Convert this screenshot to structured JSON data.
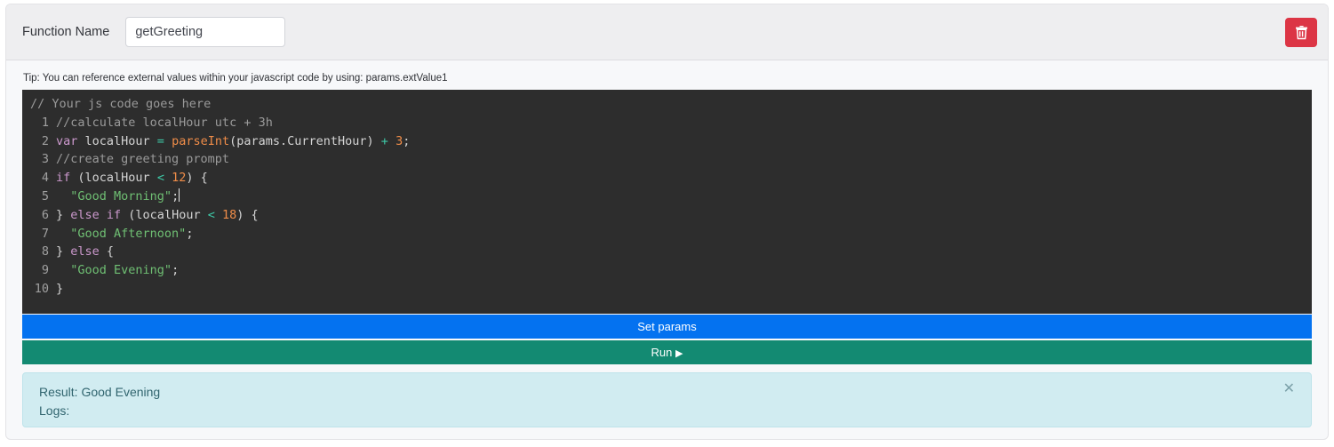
{
  "header": {
    "function_name_label": "Function Name",
    "function_name_value": "getGreeting",
    "function_name_placeholder": "Function Name",
    "delete_icon": "trash-icon",
    "delete_color": "#dc3545"
  },
  "body": {
    "tip": "Tip: You can reference external values within your javascript code by using: params.extValue1"
  },
  "editor": {
    "placeholder_comment": "// Your js code goes here",
    "background": "#2d2d2d",
    "lines": [
      {
        "n": "1",
        "text": "//calculate localHour utc + 3h"
      },
      {
        "n": "2",
        "text": "var localHour = parseInt(params.CurrentHour) + 3;"
      },
      {
        "n": "3",
        "text": "//create greeting prompt"
      },
      {
        "n": "4",
        "text": "if (localHour < 12) {"
      },
      {
        "n": "5",
        "text": "  \"Good Morning\";"
      },
      {
        "n": "6",
        "text": "} else if (localHour < 18) {"
      },
      {
        "n": "7",
        "text": "  \"Good Afternoon\";"
      },
      {
        "n": "8",
        "text": "} else {"
      },
      {
        "n": "9",
        "text": "  \"Good Evening\";"
      },
      {
        "n": "10",
        "text": "}"
      }
    ]
  },
  "actions": {
    "set_params_label": "Set params",
    "set_params_color": "#0472f0",
    "run_label": "Run",
    "run_icon": "play-icon",
    "run_color": "#138a72"
  },
  "result": {
    "result_line": "Result: Good Evening",
    "logs_line": "Logs:",
    "close_icon": "close-icon",
    "background": "#d1ecf1"
  }
}
